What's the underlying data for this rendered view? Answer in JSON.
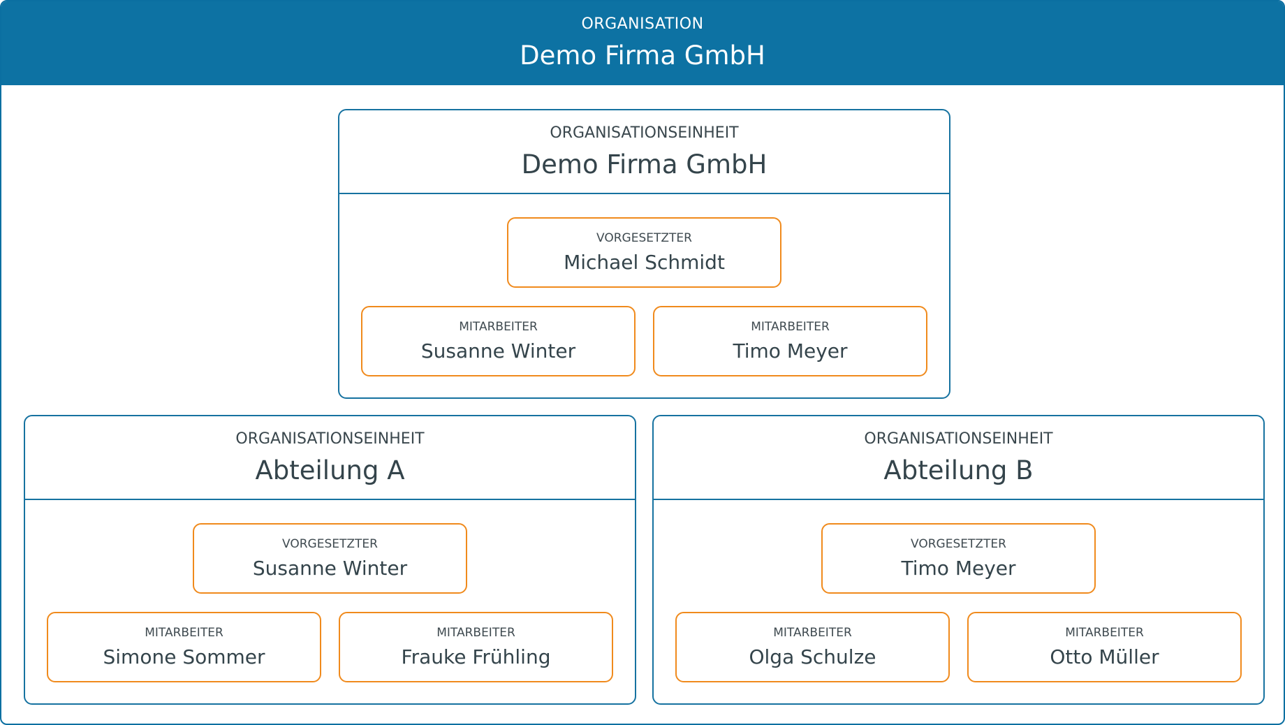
{
  "organisation": {
    "kicker": "ORGANISATION",
    "title": "Demo Firma GmbH"
  },
  "units": [
    {
      "kicker": "ORGANISATIONSEINHEIT",
      "title": "Demo Firma GmbH",
      "supervisor": {
        "role": "VORGESETZTER",
        "name": "Michael Schmidt"
      },
      "employees": [
        {
          "role": "MITARBEITER",
          "name": "Susanne Winter"
        },
        {
          "role": "MITARBEITER",
          "name": "Timo Meyer"
        }
      ]
    },
    {
      "kicker": "ORGANISATIONSEINHEIT",
      "title": "Abteilung A",
      "supervisor": {
        "role": "VORGESETZTER",
        "name": "Susanne Winter"
      },
      "employees": [
        {
          "role": "MITARBEITER",
          "name": "Simone Sommer"
        },
        {
          "role": "MITARBEITER",
          "name": "Frauke Frühling"
        }
      ]
    },
    {
      "kicker": "ORGANISATIONSEINHEIT",
      "title": "Abteilung B",
      "supervisor": {
        "role": "VORGESETZTER",
        "name": "Timo Meyer"
      },
      "employees": [
        {
          "role": "MITARBEITER",
          "name": "Olga Schulze"
        },
        {
          "role": "MITARBEITER",
          "name": "Otto Müller"
        }
      ]
    }
  ],
  "colors": {
    "header_blue": "#0d72a3",
    "unit_border": "#1672a0",
    "person_border": "#f08a1c"
  }
}
